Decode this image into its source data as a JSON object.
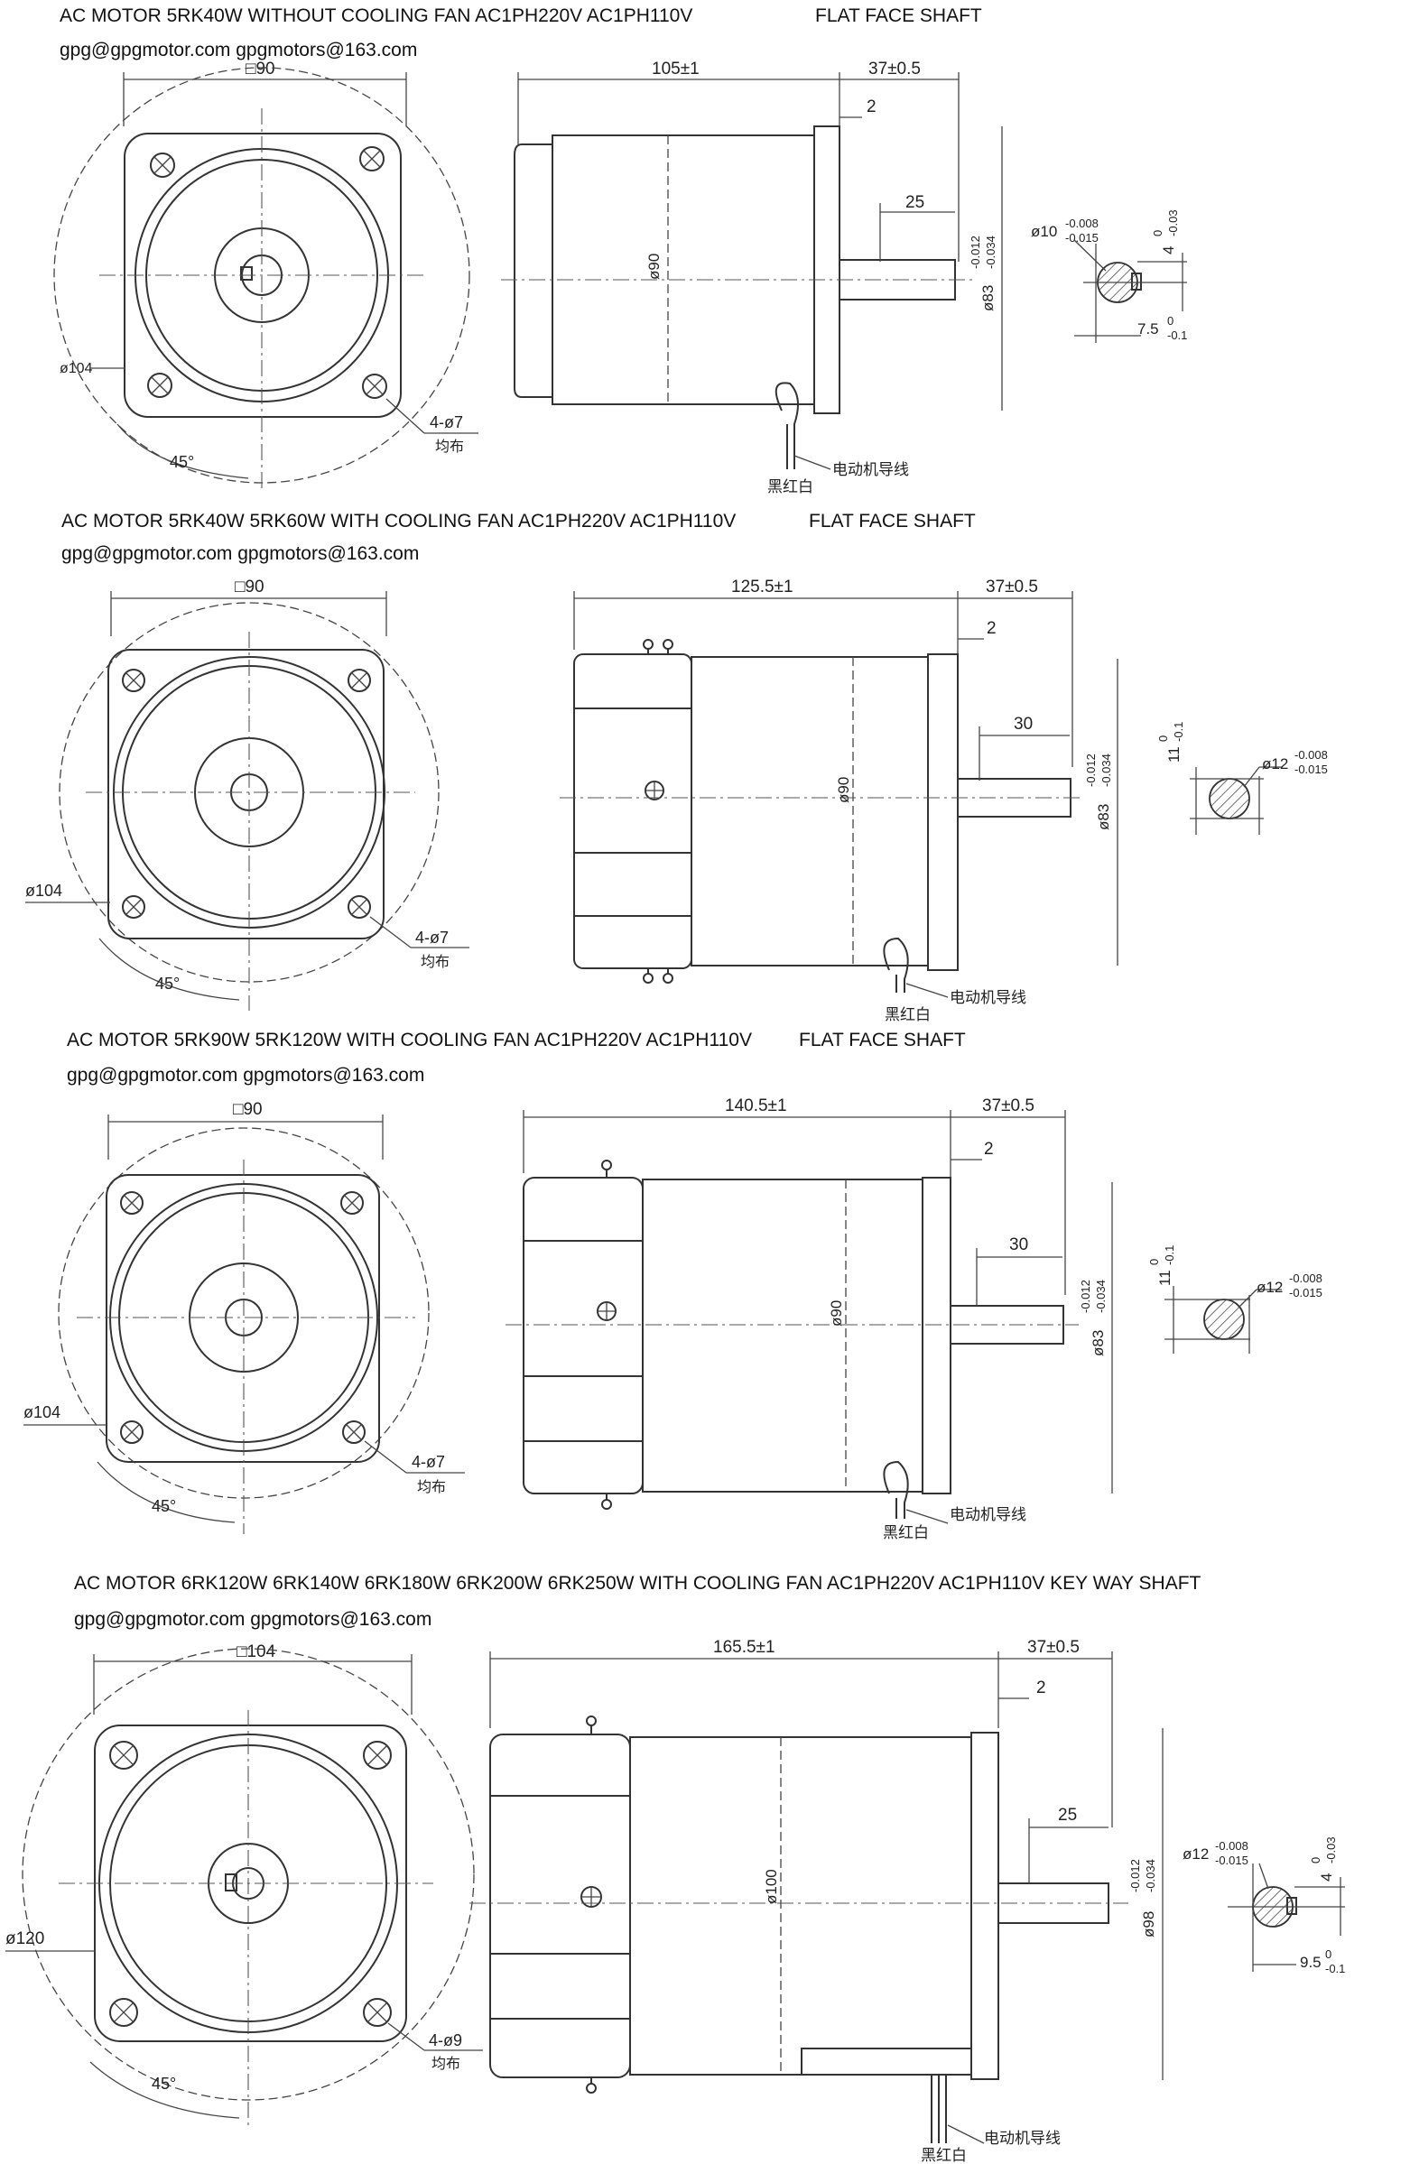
{
  "sections": [
    {
      "title": "AC MOTOR 5RK40W WITHOUT COOLING FAN  AC1PH220V AC1PH110V",
      "shaft_type": "FLAT FACE SHAFT",
      "email": "gpg@gpgmotor.com gpgmotors@163.com",
      "dims": {
        "square": "□90",
        "circle": "ø104",
        "holes": "4-ø7",
        "holes_note": "均布",
        "angle": "45°",
        "length": "105±1",
        "shaft_len": "37±0.5",
        "flange": "2",
        "key_len": "25",
        "body_dia": "ø90",
        "pilot_dia": "ø83",
        "pilot_tol_up": "-0.012",
        "pilot_tol_dn": "-0.034",
        "shaft_dia": "ø10",
        "shaft_tol_up": "-0.008",
        "shaft_tol_dn": "-0.015",
        "sec_a": "4",
        "sec_a_tol_up": "0",
        "sec_a_tol_dn": "-0.03",
        "sec_b": "7.5",
        "sec_b_tol_up": "0",
        "sec_b_tol_dn": "-0.1",
        "lead_label": "电动机导线",
        "lead_colors": "黑红白"
      }
    },
    {
      "title": "AC MOTOR 5RK40W 5RK60W WITH COOLING FAN  AC1PH220V AC1PH110V",
      "shaft_type": "FLAT FACE SHAFT",
      "email": "gpg@gpgmotor.com gpgmotors@163.com",
      "dims": {
        "square": "□90",
        "circle": "ø104",
        "holes": "4-ø7",
        "holes_note": "均布",
        "angle": "45°",
        "length": "125.5±1",
        "shaft_len": "37±0.5",
        "flange": "2",
        "key_len": "30",
        "body_dia": "ø90",
        "pilot_dia": "ø83",
        "pilot_tol_up": "-0.012",
        "pilot_tol_dn": "-0.034",
        "shaft_dia": "ø12",
        "shaft_tol_up": "-0.008",
        "shaft_tol_dn": "-0.015",
        "sec_a": "11",
        "sec_a_tol_up": "0",
        "sec_a_tol_dn": "-0.1",
        "lead_label": "电动机导线",
        "lead_colors": "黑红白"
      }
    },
    {
      "title": "AC MOTOR 5RK90W 5RK120W WITH COOLING FAN  AC1PH220V AC1PH110V",
      "shaft_type": "FLAT FACE SHAFT",
      "email": "gpg@gpgmotor.com gpgmotors@163.com",
      "dims": {
        "square": "□90",
        "circle": "ø104",
        "holes": "4-ø7",
        "holes_note": "均布",
        "angle": "45°",
        "length": "140.5±1",
        "shaft_len": "37±0.5",
        "flange": "2",
        "key_len": "30",
        "body_dia": "ø90",
        "pilot_dia": "ø83",
        "pilot_tol_up": "-0.012",
        "pilot_tol_dn": "-0.034",
        "shaft_dia": "ø12",
        "shaft_tol_up": "-0.008",
        "shaft_tol_dn": "-0.015",
        "sec_a": "11",
        "sec_a_tol_up": "0",
        "sec_a_tol_dn": "-0.1",
        "lead_label": "电动机导线",
        "lead_colors": "黑红白"
      }
    },
    {
      "title": "AC MOTOR 6RK120W 6RK140W 6RK180W 6RK200W 6RK250W WITH COOLING FAN  AC1PH220V AC1PH110V  KEY WAY SHAFT",
      "shaft_type": "",
      "email": "gpg@gpgmotor.com gpgmotors@163.com",
      "dims": {
        "square": "□104",
        "circle": "ø120",
        "holes": "4-ø9",
        "holes_note": "均布",
        "angle": "45°",
        "length": "165.5±1",
        "shaft_len": "37±0.5",
        "flange": "2",
        "key_len": "25",
        "body_dia": "ø100",
        "pilot_dia": "ø98",
        "pilot_tol_up": "-0.012",
        "pilot_tol_dn": "-0.034",
        "shaft_dia": "ø12",
        "shaft_tol_up": "-0.008",
        "shaft_tol_dn": "-0.015",
        "sec_a": "4",
        "sec_a_tol_up": "0",
        "sec_a_tol_dn": "-0.03",
        "sec_b": "9.5",
        "sec_b_tol_up": "0",
        "sec_b_tol_dn": "-0.1",
        "lead_label": "电动机导线",
        "lead_colors": "黑红白"
      }
    }
  ]
}
